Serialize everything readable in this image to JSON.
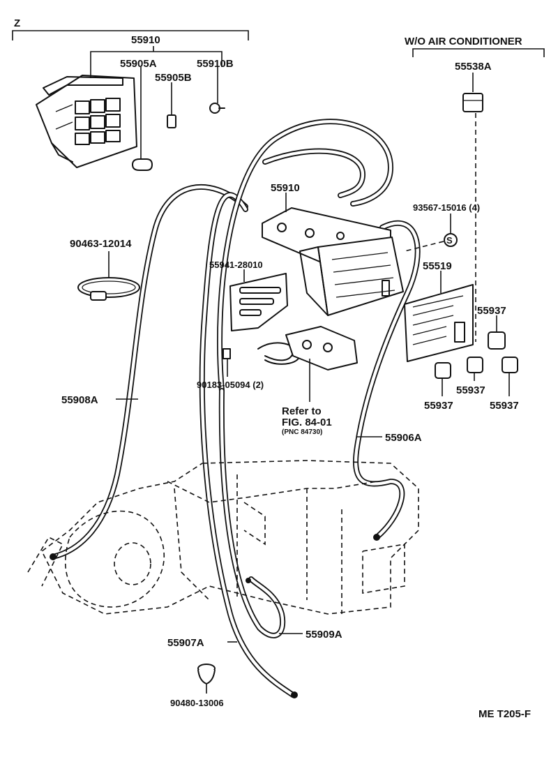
{
  "group_z": {
    "label": "Z"
  },
  "group_wo_ac": {
    "label": "W/O AIR CONDITIONER"
  },
  "parts": {
    "p55910_top": "55910",
    "p55905A": "55905A",
    "p55910B": "55910B",
    "p55905B": "55905B",
    "p55538A": "55538A",
    "p55910_mid": "55910",
    "p93567": "93567-15016 (4)",
    "p90463": "90463-12014",
    "p55941": "55941-28010",
    "p55519": "55519",
    "p55937_a": "55937",
    "p55937_b": "55937",
    "p55937_c": "55937",
    "p55937_d": "55937",
    "p90183": "90183-05094 (2)",
    "p55908A": "55908A",
    "refer_line1": "Refer  to",
    "refer_line2": "FIG. 84-01",
    "refer_line3": "(PNC  84730)",
    "p55906A": "55906A",
    "p55907A": "55907A",
    "p55909A": "55909A",
    "p90480": "90480-13006",
    "screw_mark": "S"
  },
  "footer": {
    "code": "ME  T205-F"
  }
}
